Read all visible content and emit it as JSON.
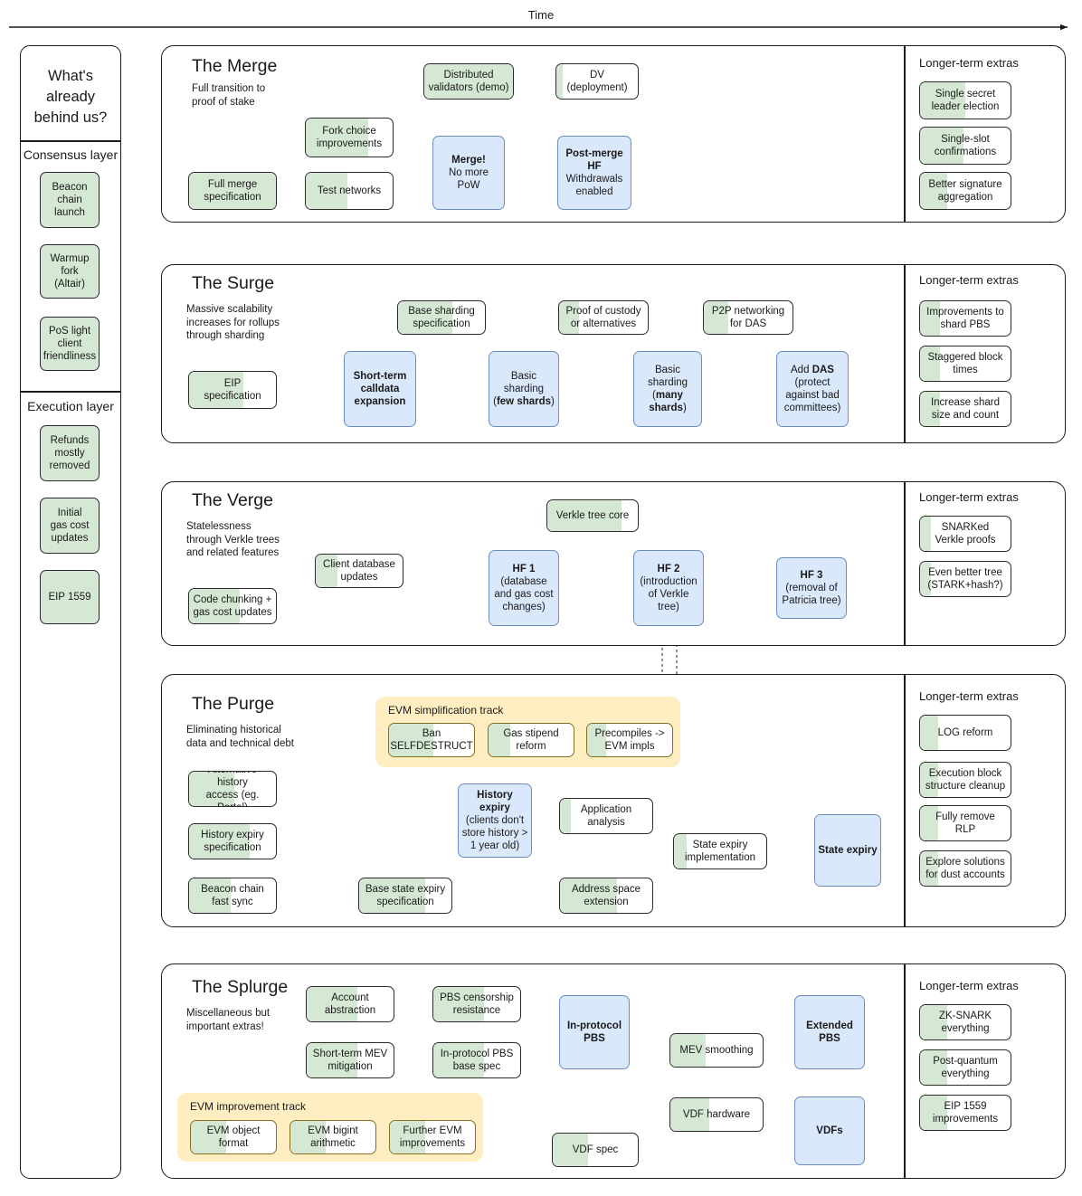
{
  "header": {
    "time_label": "Time"
  },
  "sidebar": {
    "title": "What's\nalready\nbehind us?",
    "title_lines": [
      "What's",
      "already",
      "behind us?"
    ],
    "sections": [
      {
        "label": "Consensus layer",
        "items": [
          {
            "label": "Beacon\nchain\nlaunch",
            "progress": 100
          },
          {
            "label": "Warmup fork\n(Altair)",
            "progress": 100
          },
          {
            "label": "PoS light\nclient\nfriendliness",
            "progress": 100
          }
        ]
      },
      {
        "label": "Execution layer",
        "items": [
          {
            "label": "Refunds\nmostly\nremoved",
            "progress": 100
          },
          {
            "label": "Initial\ngas cost\nupdates",
            "progress": 100
          },
          {
            "label": "EIP 1559",
            "progress": 100
          }
        ]
      }
    ]
  },
  "extras_title": "Longer-term extras",
  "sections": [
    {
      "key": "merge",
      "title": "The Merge",
      "subtitle": "Full transition to\nproof of stake",
      "nodes": [
        {
          "id": "m-dv-demo",
          "label": "Distributed\nvalidators (demo)",
          "type": "green",
          "progress": 100
        },
        {
          "id": "m-dv-deploy",
          "label": "DV\n(deployment)",
          "type": "green",
          "progress": 8
        },
        {
          "id": "m-fork-choice",
          "label": "Fork choice\nimprovements",
          "type": "green",
          "progress": 72
        },
        {
          "id": "m-full-spec",
          "label": "Full merge\nspecification",
          "type": "green",
          "progress": 100
        },
        {
          "id": "m-testnets",
          "label": "Test networks",
          "type": "green",
          "progress": 48
        },
        {
          "id": "m-merge",
          "label": "Merge!\nNo more\nPoW",
          "type": "blue",
          "bold_first": true
        },
        {
          "id": "m-posthf",
          "label": "Post-merge\nHF\nWithdrawals\nenabled",
          "type": "blue",
          "bold_first": true
        }
      ],
      "extras": [
        {
          "label": "Single secret\nleader election",
          "progress": 50
        },
        {
          "label": "Single-slot\nconfirmations",
          "progress": 48
        },
        {
          "label": "Better signature\naggregation",
          "progress": 30
        }
      ]
    },
    {
      "key": "surge",
      "title": "The Surge",
      "subtitle": "Massive scalability\nincreases for rollups\nthrough sharding",
      "nodes": [
        {
          "id": "s-base-shard-spec",
          "label": "Base sharding\nspecification",
          "type": "green",
          "progress": 62
        },
        {
          "id": "s-proof-custody",
          "label": "Proof of custody\nor alternatives",
          "type": "green",
          "progress": 22
        },
        {
          "id": "s-p2p-das",
          "label": "P2P networking\nfor DAS",
          "type": "green",
          "progress": 28
        },
        {
          "id": "s-eip-spec",
          "label": "EIP\nspecification",
          "type": "green",
          "progress": 62
        },
        {
          "id": "s-calldata",
          "label": "Short-term\ncalldata\nexpansion",
          "type": "blue",
          "bold": true
        },
        {
          "id": "s-basic-few",
          "label": "Basic\nsharding\n(few shards)",
          "type": "blue"
        },
        {
          "id": "s-basic-many",
          "label": "Basic\nsharding\n(many\nshards)",
          "type": "blue"
        },
        {
          "id": "s-add-das",
          "label": "Add DAS\n(protect\nagainst bad\ncommittees)",
          "type": "blue"
        }
      ],
      "extras": [
        {
          "label": "Improvements to\nshard PBS",
          "progress": 22
        },
        {
          "label": "Staggered block\ntimes",
          "progress": 22
        },
        {
          "label": "Increase shard\nsize and count",
          "progress": 22
        }
      ]
    },
    {
      "key": "verge",
      "title": "The Verge",
      "subtitle": "Statelessness\nthrough Verkle trees\nand related features",
      "nodes": [
        {
          "id": "v-verkle-core",
          "label": "Verkle tree core",
          "type": "green",
          "progress": 82
        },
        {
          "id": "v-client-db",
          "label": "Client database\nupdates",
          "type": "green",
          "progress": 25
        },
        {
          "id": "v-code-chunk",
          "label": "Code chunking +\ngas cost updates",
          "type": "green",
          "progress": 58
        },
        {
          "id": "v-hf1",
          "label": "HF 1\n(database\nand gas cost\nchanges)",
          "type": "blue",
          "bold_first": true
        },
        {
          "id": "v-hf2",
          "label": "HF 2\n(introduction\nof Verkle\ntree)",
          "type": "blue",
          "bold_first": true
        },
        {
          "id": "v-hf3",
          "label": "HF 3\n(removal of\nPatricia tree)",
          "type": "blue",
          "bold_first": true
        }
      ],
      "extras": [
        {
          "label": "SNARKed\nVerkle proofs",
          "progress": 12
        },
        {
          "label": "Even better tree\n(STARK+hash?)",
          "progress": 12
        }
      ]
    },
    {
      "key": "purge",
      "title": "The Purge",
      "subtitle": "Eliminating historical\ndata and technical debt",
      "track": {
        "title": "EVM simplification track"
      },
      "nodes": [
        {
          "id": "p-ban-sd",
          "label": "Ban\nSELFDESTRUCT",
          "type": "track",
          "progress": 52
        },
        {
          "id": "p-gas-stipend",
          "label": "Gas stipend\nreform",
          "type": "track",
          "progress": 26
        },
        {
          "id": "p-precompiles",
          "label": "Precompiles ->\nEVM impls",
          "type": "track",
          "progress": 22
        },
        {
          "id": "p-alt-history",
          "label": "Alternative history\naccess (eg. Portal)",
          "type": "green",
          "progress": 52
        },
        {
          "id": "p-hist-spec",
          "label": "History expiry\nspecification",
          "type": "green",
          "progress": 70
        },
        {
          "id": "p-beacon-sync",
          "label": "Beacon chain\nfast sync",
          "type": "green",
          "progress": 48
        },
        {
          "id": "p-base-state-spec",
          "label": "Base state expiry\nspecification",
          "type": "green",
          "progress": 72
        },
        {
          "id": "p-app-analysis",
          "label": "Application\nanalysis",
          "type": "green",
          "progress": 12
        },
        {
          "id": "p-state-impl",
          "label": "State expiry\nimplementation",
          "type": "green",
          "progress": 14
        },
        {
          "id": "p-addr-space",
          "label": "Address space\nextension",
          "type": "green",
          "progress": 62
        },
        {
          "id": "p-hist-expiry",
          "label": "History expiry\n(clients don't\nstore history >\n1 year old)",
          "type": "blue",
          "bold_first": true
        },
        {
          "id": "p-state-expiry",
          "label": "State expiry",
          "type": "blue",
          "bold": true
        }
      ],
      "extras": [
        {
          "label": "LOG reform",
          "progress": 20
        },
        {
          "label": "Execution block\nstructure cleanup",
          "progress": 20
        },
        {
          "label": "Fully remove\nRLP",
          "progress": 20
        },
        {
          "label": "Explore solutions\nfor dust accounts",
          "progress": 20
        }
      ]
    },
    {
      "key": "splurge",
      "title": "The Splurge",
      "subtitle": "Miscellaneous but\nimportant extras!",
      "track": {
        "title": "EVM improvement track"
      },
      "nodes": [
        {
          "id": "sp-acct-abs",
          "label": "Account\nabstraction",
          "type": "green",
          "progress": 58
        },
        {
          "id": "sp-pbs-censor",
          "label": "PBS censorship\nresistance",
          "type": "green",
          "progress": 58
        },
        {
          "id": "sp-mev-mitig",
          "label": "Short-term MEV\nmitigation",
          "type": "green",
          "progress": 58
        },
        {
          "id": "sp-pbs-base",
          "label": "In-protocol PBS\nbase spec",
          "type": "green",
          "progress": 58
        },
        {
          "id": "sp-inproto-pbs",
          "label": "In-protocol\nPBS",
          "type": "blue",
          "bold": true
        },
        {
          "id": "sp-mev-smooth",
          "label": "MEV smoothing",
          "type": "green",
          "progress": 38
        },
        {
          "id": "sp-ext-pbs",
          "label": "Extended\nPBS",
          "type": "blue",
          "bold": true
        },
        {
          "id": "sp-vdf-hw",
          "label": "VDF hardware",
          "type": "green",
          "progress": 42
        },
        {
          "id": "sp-vdf-spec",
          "label": "VDF spec",
          "type": "green",
          "progress": 42
        },
        {
          "id": "sp-vdfs",
          "label": "VDFs",
          "type": "blue",
          "bold": true
        },
        {
          "id": "sp-evm-obj",
          "label": "EVM object\nformat",
          "type": "track",
          "progress": 42
        },
        {
          "id": "sp-evm-bigint",
          "label": "EVM bigint\narithmetic",
          "type": "track",
          "progress": 42
        },
        {
          "id": "sp-evm-further",
          "label": "Further EVM\nimprovements",
          "type": "track",
          "progress": 42
        }
      ],
      "extras": [
        {
          "label": "ZK-SNARK\neverything",
          "progress": 30
        },
        {
          "label": "Post-quantum\neverything",
          "progress": 30
        },
        {
          "label": "EIP 1559\nimprovements",
          "progress": 30
        }
      ]
    }
  ],
  "colors": {
    "green_fill": "#d5e8d4",
    "blue_fill": "#dae8fc",
    "blue_stroke": "#6c8ebf",
    "track_bg": "#ffeec2",
    "track_stroke": "#866d20",
    "stroke": "#2b2b2b"
  }
}
